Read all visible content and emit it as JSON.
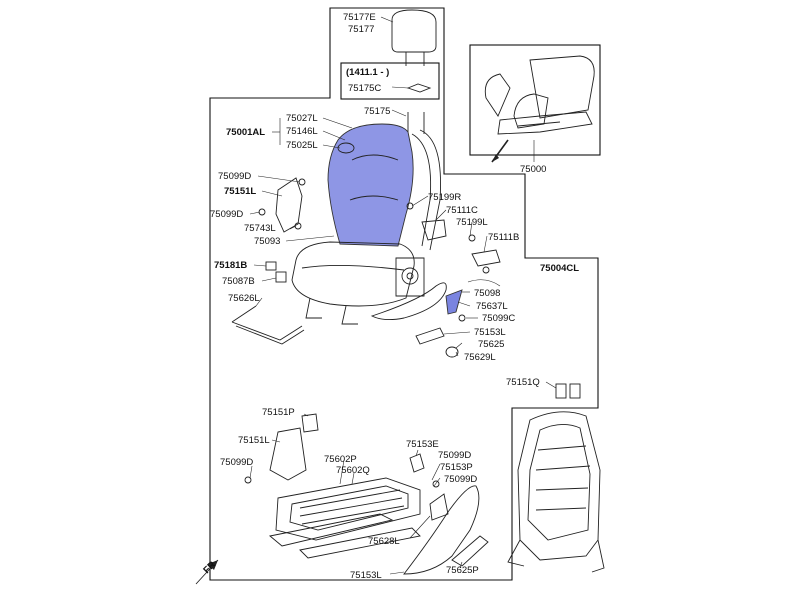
{
  "highlight_color": "#7a84e0",
  "labels": {
    "l_75177E": "75177E",
    "l_75177": "75177",
    "l_range": "(1411.1 - )",
    "l_75175C": "75175C",
    "l_75175": "75175",
    "l_75027L": "75027L",
    "l_75001AL": "75001AL",
    "l_75146L": "75146L",
    "l_75025L": "75025L",
    "l_75099D_a": "75099D",
    "l_75151L_a": "75151L",
    "l_75099D_b": "75099D",
    "l_75743L": "75743L",
    "l_75093": "75093",
    "l_75199R": "75199R",
    "l_75111C": "75111C",
    "l_75199L": "75199L",
    "l_75111B": "75111B",
    "l_75004CL": "75004CL",
    "l_75181B": "75181B",
    "l_75087B": "75087B",
    "l_75626L": "75626L",
    "l_75098": "75098",
    "l_75637L": "75637L",
    "l_75099C": "75099C",
    "l_75153L": "75153L",
    "l_75625": "75625",
    "l_75629L": "75629L",
    "l_75000": "75000",
    "l_75151Q": "75151Q",
    "l_75151P": "75151P",
    "l_75151L_b": "75151L",
    "l_75099D_c": "75099D",
    "l_75602P": "75602P",
    "l_75602Q": "75602Q",
    "l_75153E": "75153E",
    "l_75099D_d": "75099D",
    "l_75153P": "75153P",
    "l_75099D_e": "75099D",
    "l_75628L": "75628L",
    "l_75153L_b": "75153L",
    "l_75625P": "75625P",
    "l_FR": "FR"
  }
}
